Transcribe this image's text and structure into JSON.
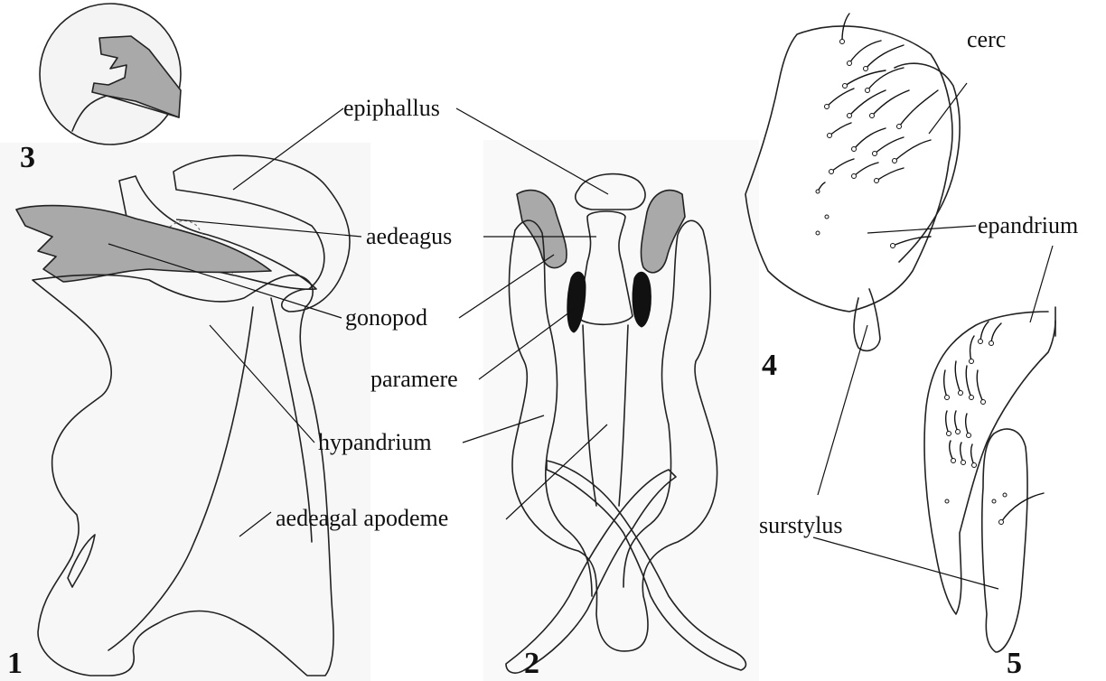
{
  "figure_numbers": {
    "fig1": "1",
    "fig2": "2",
    "fig3": "3",
    "fig4": "4",
    "fig5": "5"
  },
  "labels": {
    "epiphallus": "epiphallus",
    "aedeagus": "aedeagus",
    "gonopod": "gonopod",
    "paramere": "paramere",
    "hypandrium": "hypandrium",
    "aedeagal_apodeme": "aedeagal apodeme",
    "cerc": "cerc",
    "epandrium": "epandrium",
    "surstylus": "surstylus"
  },
  "colors": {
    "sclerite_grey": "#a9a9a9",
    "paramere_dark": "#111111",
    "panel_background": "#f7f7f7"
  }
}
